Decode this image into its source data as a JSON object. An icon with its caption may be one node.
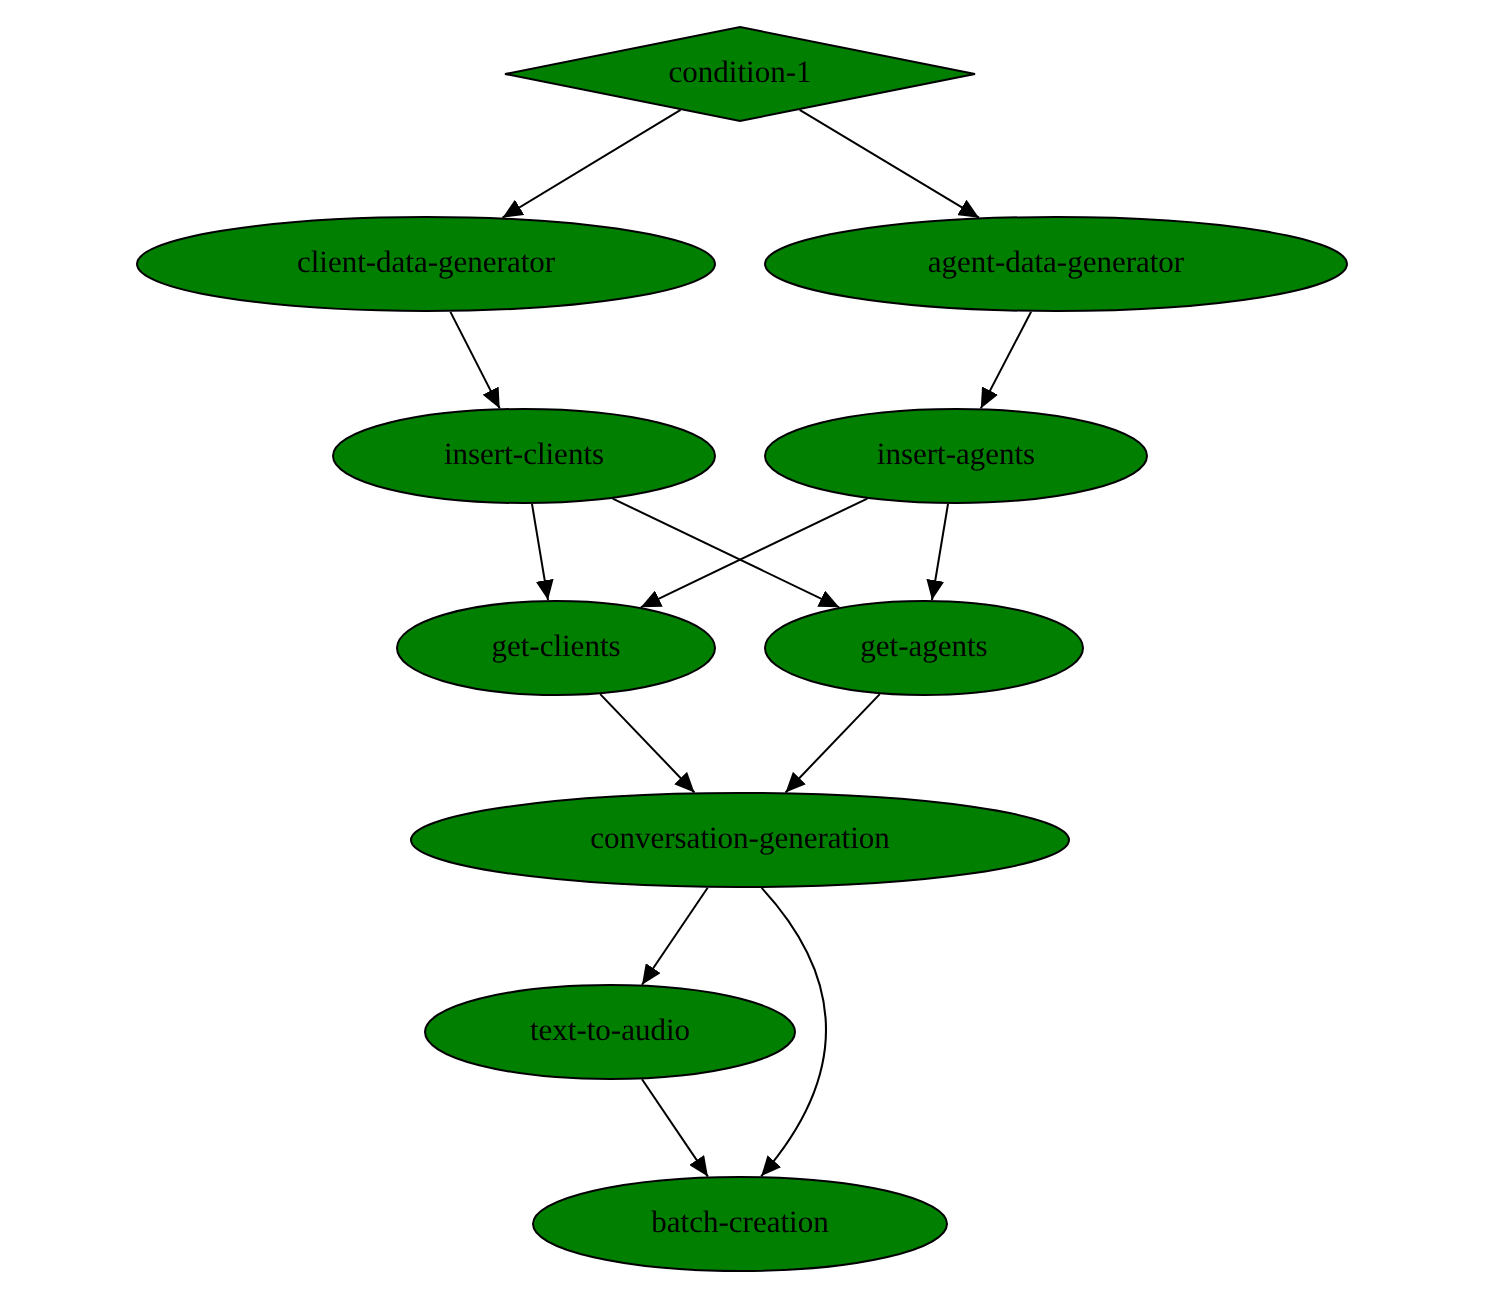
{
  "diagram": {
    "nodes": [
      {
        "text": [
          "condition-1"
        ]
      },
      {
        "text": [
          "client-data-generator"
        ]
      },
      {
        "text": [
          "agent-data-generator"
        ]
      },
      {
        "text": [
          "insert-clients"
        ]
      },
      {
        "text": [
          "insert-agents"
        ]
      },
      {
        "text": [
          "get-clients"
        ]
      },
      {
        "text": [
          "get-agents"
        ]
      },
      {
        "text": [
          "conversation-generation"
        ]
      },
      {
        "text": [
          "text-to-audio"
        ]
      },
      {
        "text": [
          "batch-creation"
        ]
      }
    ],
    "edges": [
      {
        "from": 0,
        "to": 1,
        "arrow": "to"
      },
      {
        "from": 0,
        "to": 2,
        "arrow": "to"
      },
      {
        "from": 1,
        "to": 3,
        "arrow": "to"
      },
      {
        "from": 2,
        "to": 4,
        "arrow": "to"
      },
      {
        "from": 3,
        "to": 5,
        "arrow": "to"
      },
      {
        "from": 3,
        "to": 6,
        "arrow": "to"
      },
      {
        "from": 4,
        "to": 5,
        "arrow": "to"
      },
      {
        "from": 4,
        "to": 6,
        "arrow": "to"
      },
      {
        "from": 5,
        "to": 7,
        "arrow": "to"
      },
      {
        "from": 6,
        "to": 7,
        "arrow": "to"
      },
      {
        "from": 7,
        "to": 8,
        "arrow": "to"
      },
      {
        "from": 7,
        "to": 9,
        "arrow": "to"
      },
      {
        "from": 8,
        "to": 9,
        "arrow": "to"
      }
    ]
  }
}
